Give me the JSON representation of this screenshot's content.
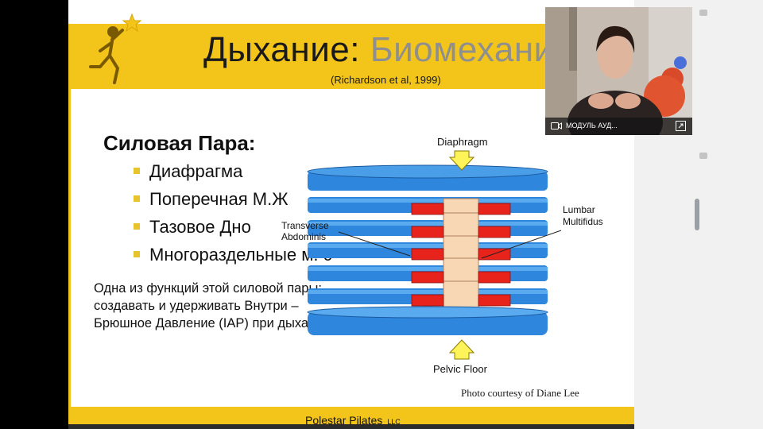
{
  "slide": {
    "title_main": "Дыхание:",
    "title_accent": "Биомеханика",
    "citation": "(Richardson et al, 1999)",
    "heading": "Силовая Пара:",
    "bullets": [
      "Диафрагма",
      "Поперечная М.Ж",
      "Тазовое Дно",
      "Многораздельные м. с"
    ],
    "paragraph": "Одна из функций этой силовой пары: создавать и удерживать Внутри – Брюшное Давление (IAP) при дыхании.",
    "photo_credit": "Photo courtesy of Diane Lee",
    "footer": "Polestar Pilates",
    "footer_suffix": "LLC"
  },
  "diagram": {
    "label_top": "Diaphragm",
    "label_bottom": "Pelvic Floor",
    "label_left_1": "Transverse",
    "label_left_2": "Abdominis",
    "label_right_1": "Lumbar",
    "label_right_2": "Multifidus"
  },
  "webcam": {
    "label": "МОДУЛЬ АУД..."
  },
  "colors": {
    "band": "#f3c51a",
    "disc": "#2f86dd",
    "muscle": "#e8231b",
    "spine": "#f8d7b5",
    "arrow": "#fff35a"
  }
}
